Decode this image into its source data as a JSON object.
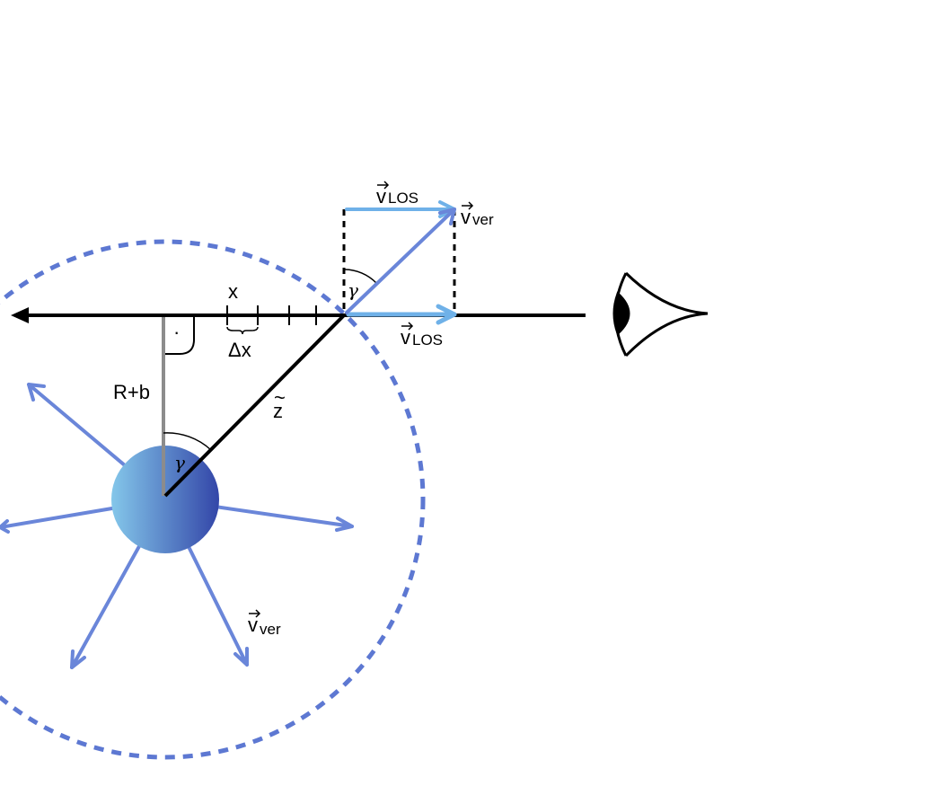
{
  "labels": {
    "x": "x",
    "delta_x": "Δx",
    "radius": "R+b",
    "z": "z",
    "z_accent": "~",
    "gamma": "γ",
    "gamma_center": "γ",
    "v_letter": "v",
    "los_sub": "LOS",
    "ver_sub": "ver",
    "perp_dot": "·"
  },
  "colors": {
    "sphere_left": "#84c7ea",
    "sphere_right": "#3346a8",
    "outflow": "#6a86d9",
    "los": "#6fb1e8",
    "dashed_circle": "#5d78d2",
    "radius_line": "#8c8c8c"
  },
  "icons": {
    "observer": "eye-icon"
  }
}
